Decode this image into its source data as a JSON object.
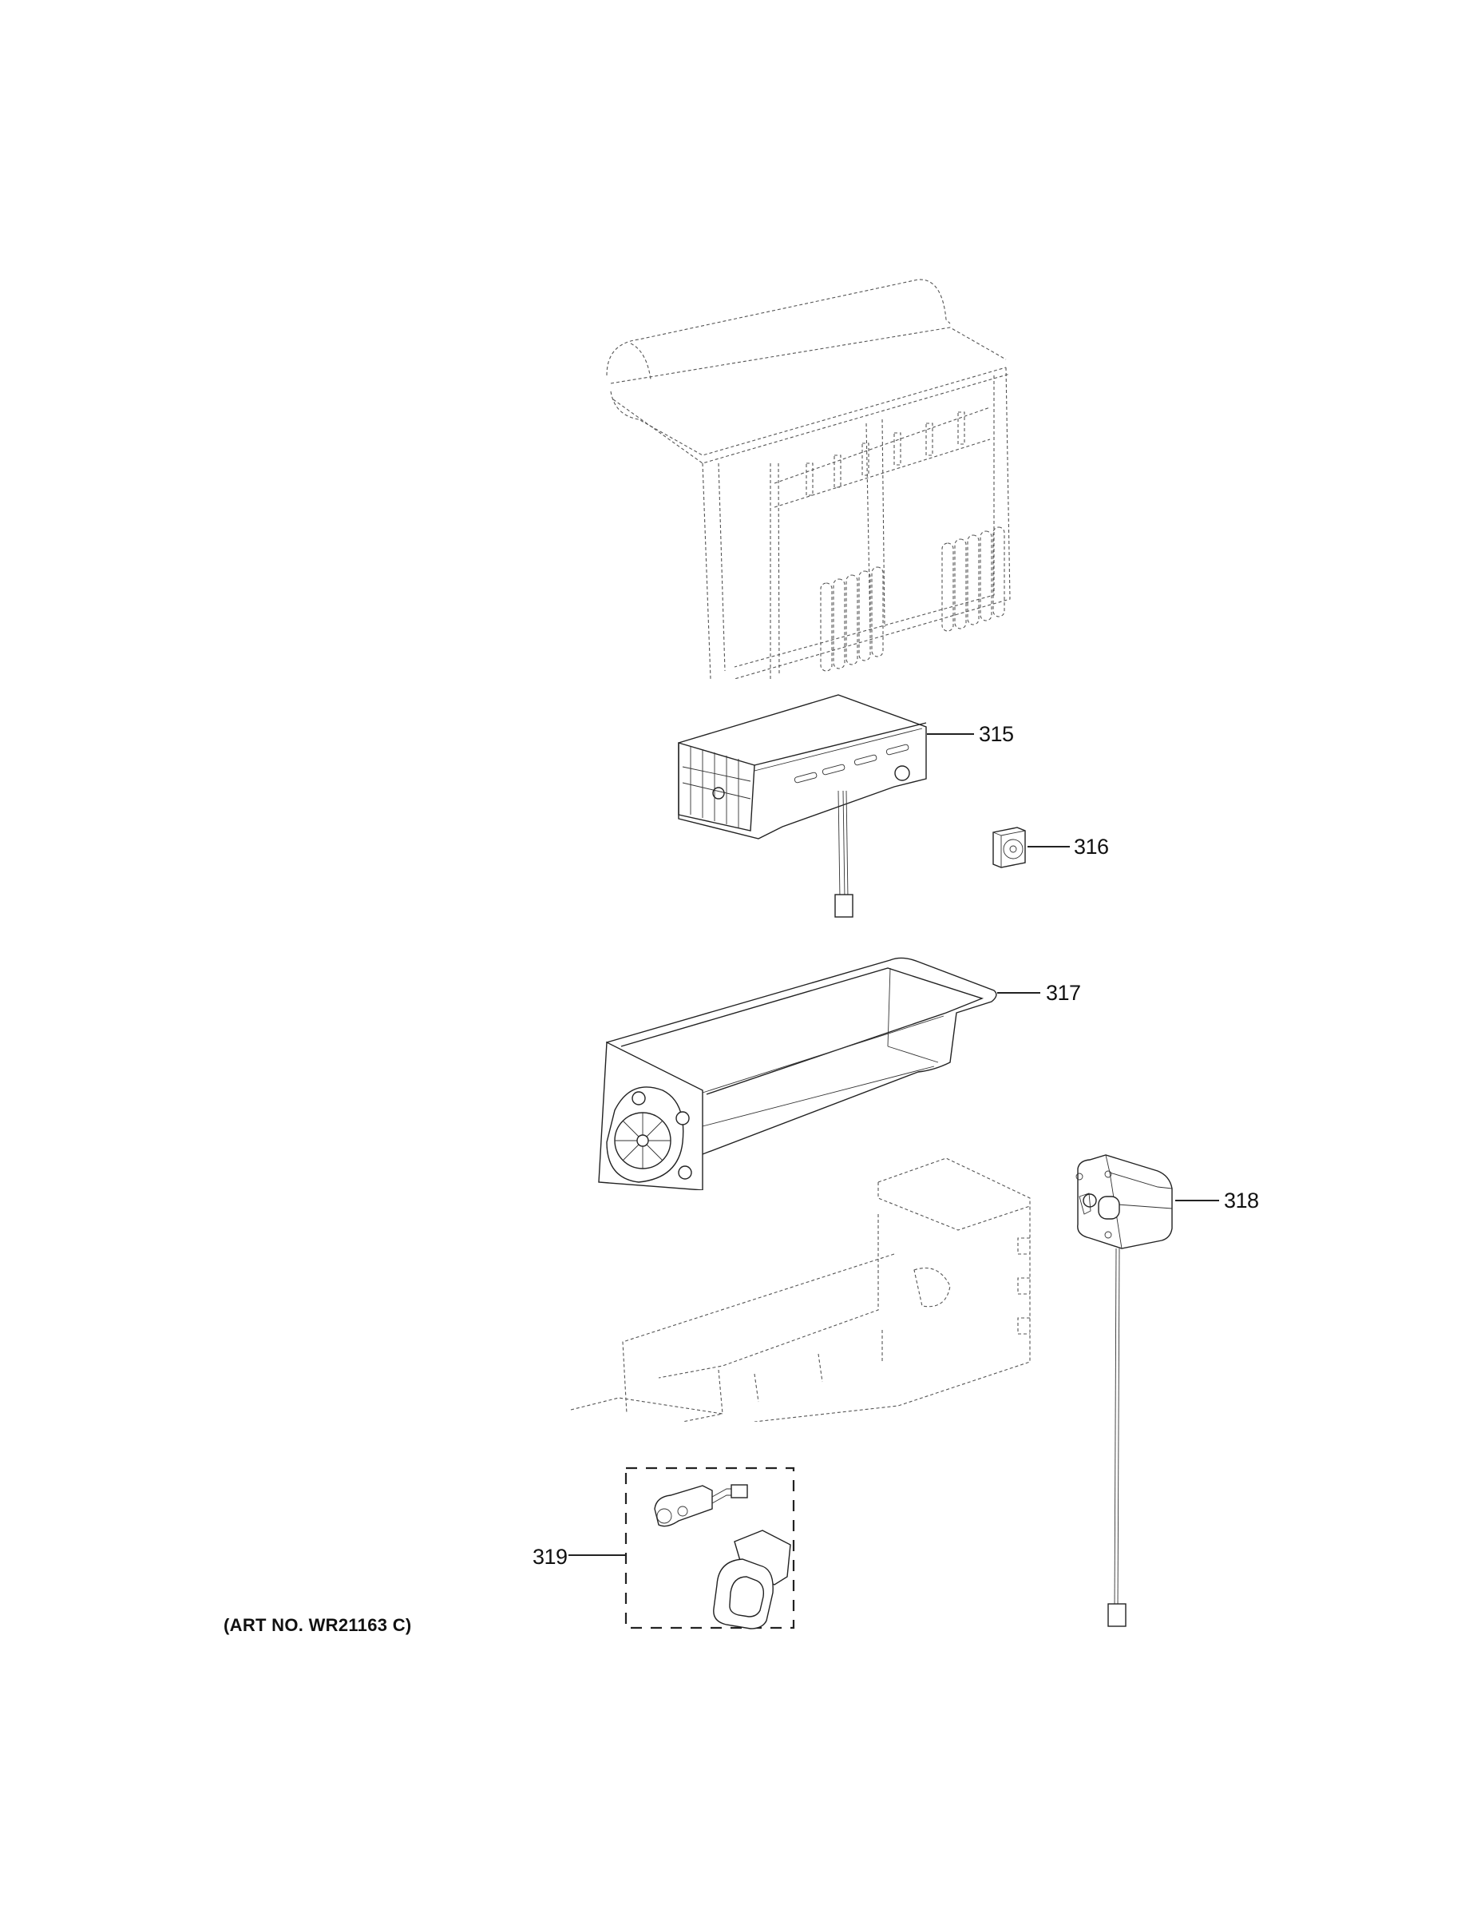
{
  "diagram": {
    "type": "exploded-parts-view",
    "art_number": "(ART NO. WR21163 C)",
    "callouts": [
      {
        "id": "315",
        "label": "315",
        "part": "ice-maker-assembly"
      },
      {
        "id": "316",
        "label": "316",
        "part": "fan"
      },
      {
        "id": "317",
        "label": "317",
        "part": "ice-bucket-with-auger-motor-housing"
      },
      {
        "id": "318",
        "label": "318",
        "part": "auger-motor"
      },
      {
        "id": "319",
        "label": "319",
        "part": "dispenser-switch-and-chute-kit"
      }
    ],
    "reference_parts": [
      {
        "part": "ice-compartment-housing",
        "style": "dashed-outline"
      },
      {
        "part": "bucket-support-rail",
        "style": "dashed-outline"
      }
    ],
    "colors": {
      "line": "#222222",
      "background": "#ffffff"
    }
  }
}
